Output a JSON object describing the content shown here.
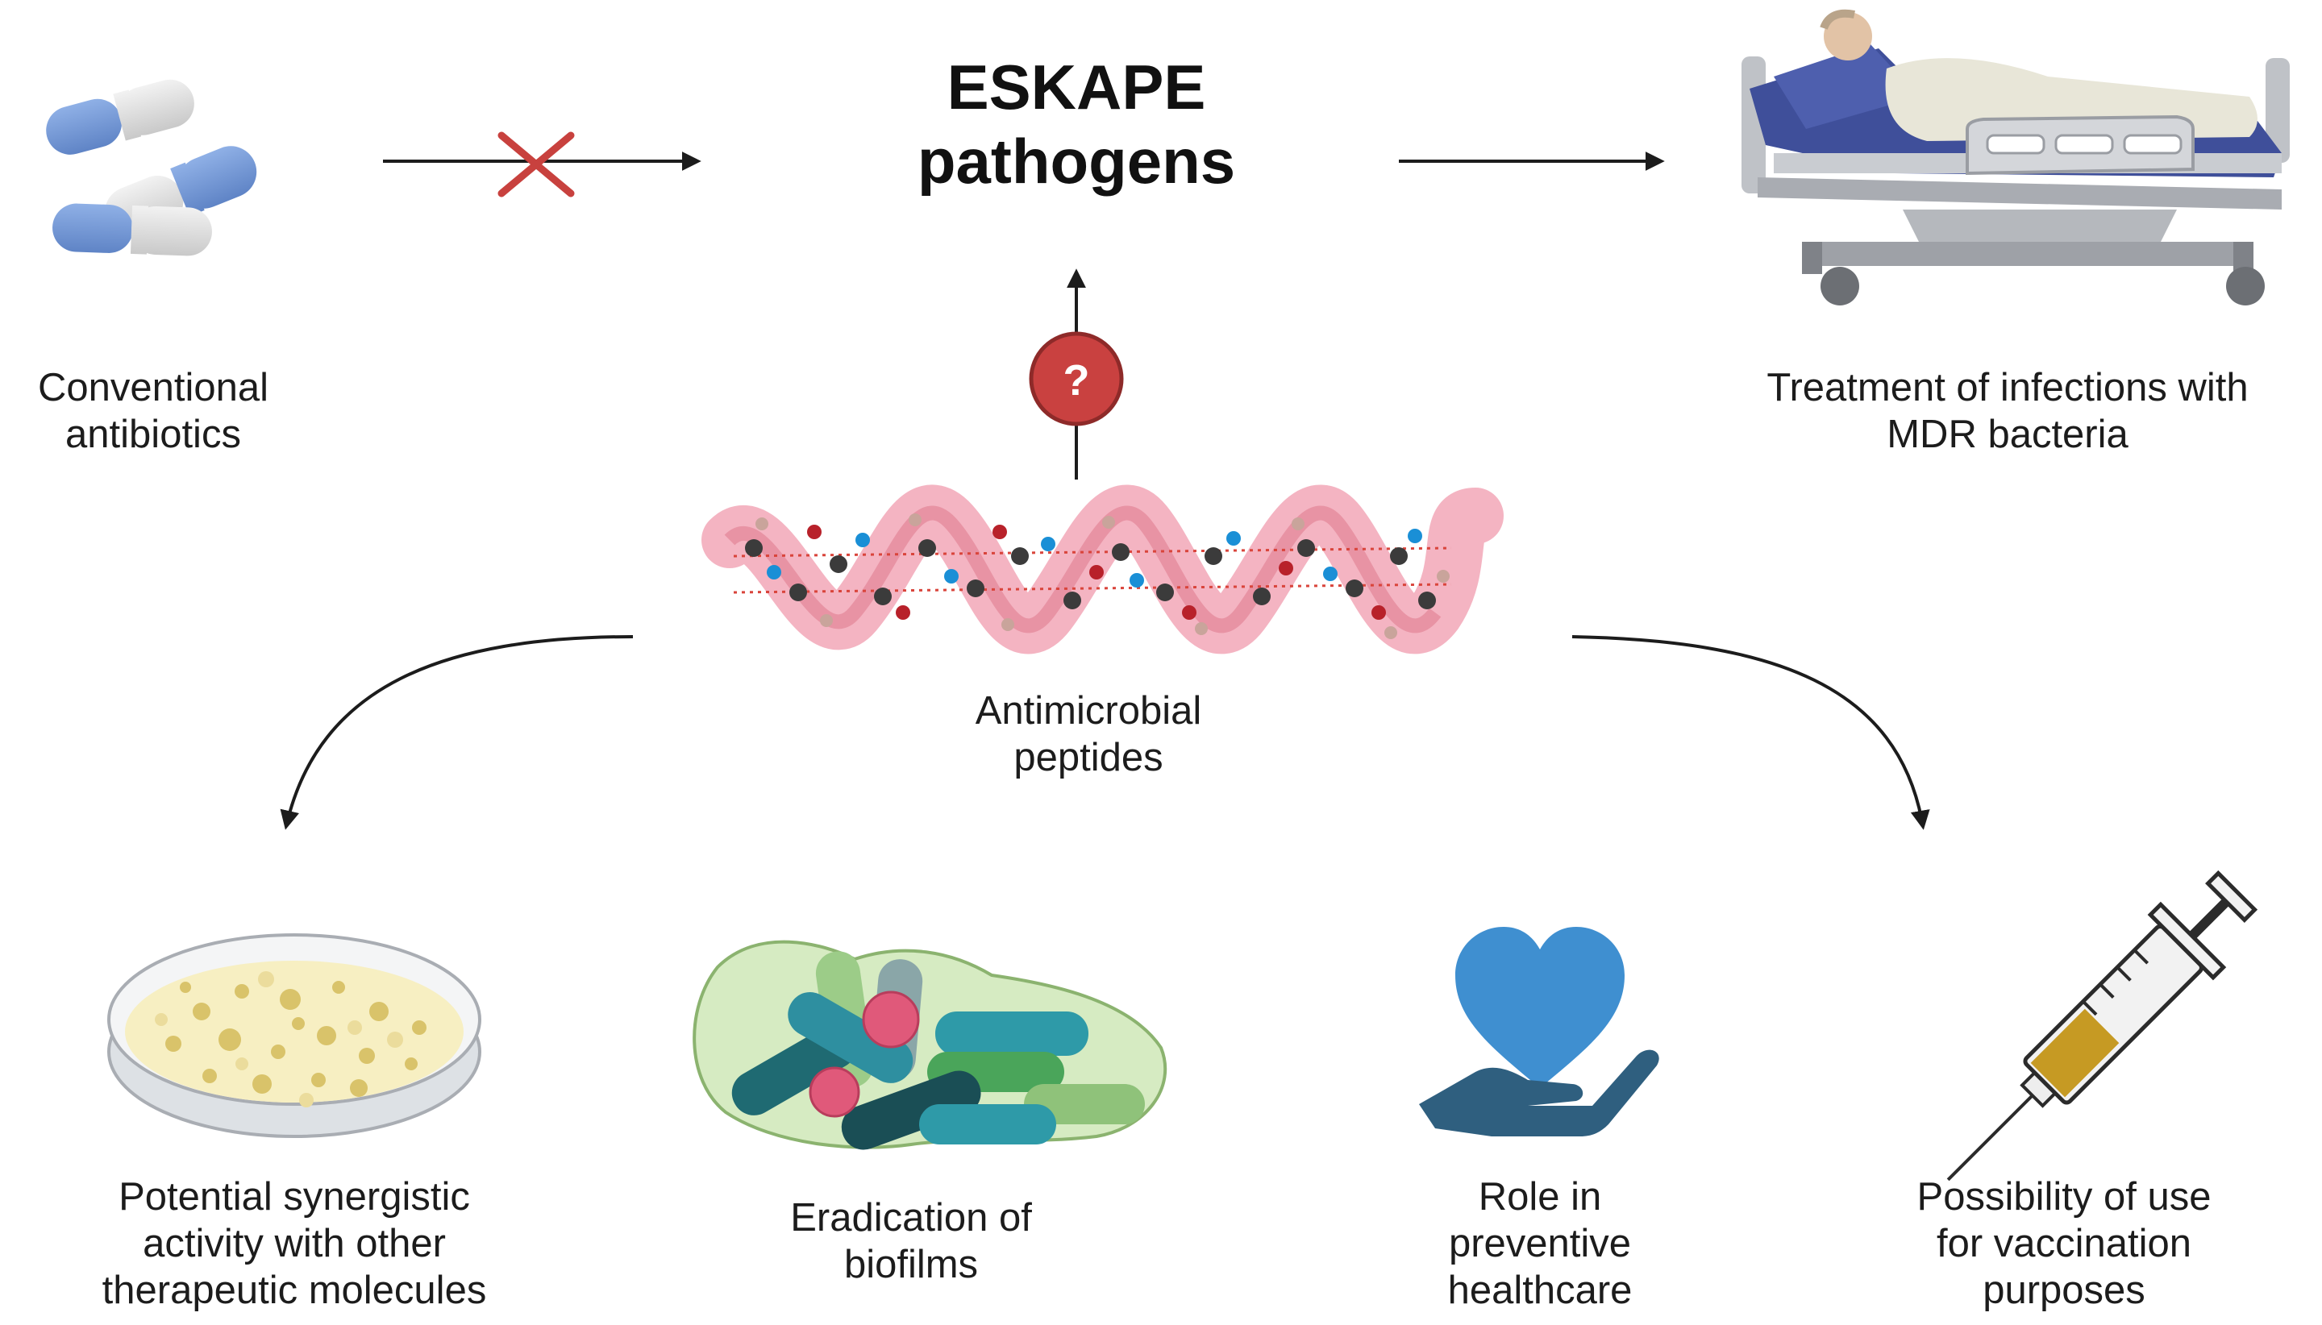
{
  "title": {
    "line1": "ESKAPE",
    "line2": "pathogens"
  },
  "center": {
    "line1": "Antimicrobial",
    "line2": "peptides"
  },
  "top_left": {
    "line1": "Conventional",
    "line2": "antibiotics"
  },
  "top_right": {
    "line1": "Treatment of infections with",
    "line2": "MDR bacteria"
  },
  "question_badge": "?",
  "bottom": [
    {
      "line1": "Potential synergistic",
      "line2": "activity with other",
      "line3": "therapeutic molecules"
    },
    {
      "line1": "Eradication of",
      "line2": "biofilms"
    },
    {
      "line1": "Role in",
      "line2": "preventive",
      "line3": "healthcare"
    },
    {
      "line1": "Possibility of use",
      "line2": "for vaccination",
      "line3": "purposes"
    }
  ],
  "colors": {
    "blocked_cross": "#c8413e",
    "question": "#c94140",
    "arrow": "#1c1c1c",
    "heart": "#3f8fd0",
    "hand": "#2f5f7f"
  }
}
